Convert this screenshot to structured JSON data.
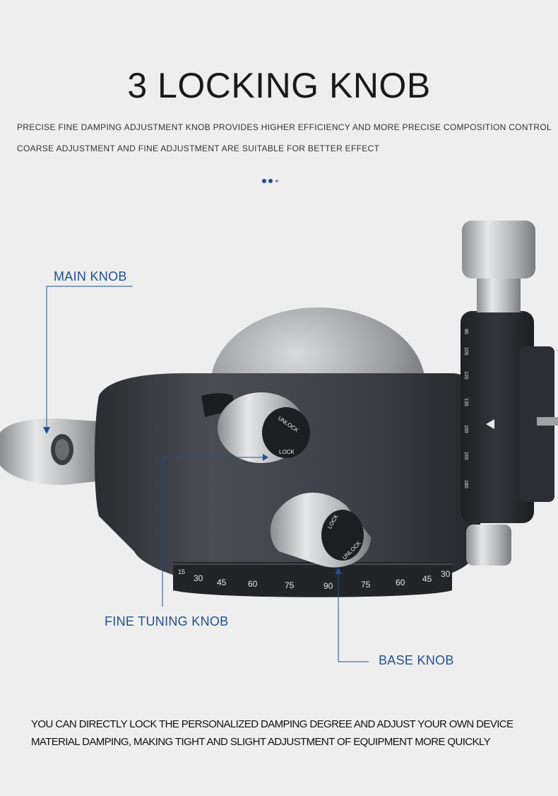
{
  "heading": {
    "title": "3 LOCKING KNOB"
  },
  "intro": {
    "line1": "PRECISE FINE DAMPING ADJUSTMENT KNOB PROVIDES HIGHER EFFICIENCY AND MORE PRECISE COMPOSITION CONTROL",
    "line2": "COARSE ADJUSTMENT AND FINE ADJUSTMENT ARE SUITABLE FOR BETTER EFFECT"
  },
  "labels": {
    "main_knob": "MAIN KNOB",
    "fine_tuning_knob": "FINE TUNING KNOB",
    "base_knob": "BASE KNOB"
  },
  "knob_text": {
    "unlock": "UNLOCK",
    "lock": "LOCK"
  },
  "base_scale": [
    "15",
    "30",
    "45",
    "60",
    "75",
    "90",
    "75",
    "60",
    "45",
    "30"
  ],
  "side_scale": [
    "90",
    "105",
    "120",
    "135",
    "150",
    "165",
    "180"
  ],
  "footer": {
    "line1": "YOU CAN DIRECTLY LOCK THE PERSONALIZED DAMPING DEGREE AND ADJUST YOUR OWN DEVICE",
    "line2": "MATERIAL DAMPING, MAKING TIGHT AND SLIGHT ADJUSTMENT OF EQUIPMENT MORE QUICKLY"
  },
  "colors": {
    "accent": "#1f4f95",
    "body": "#3a3d42",
    "silver": "#c8c9cb"
  }
}
